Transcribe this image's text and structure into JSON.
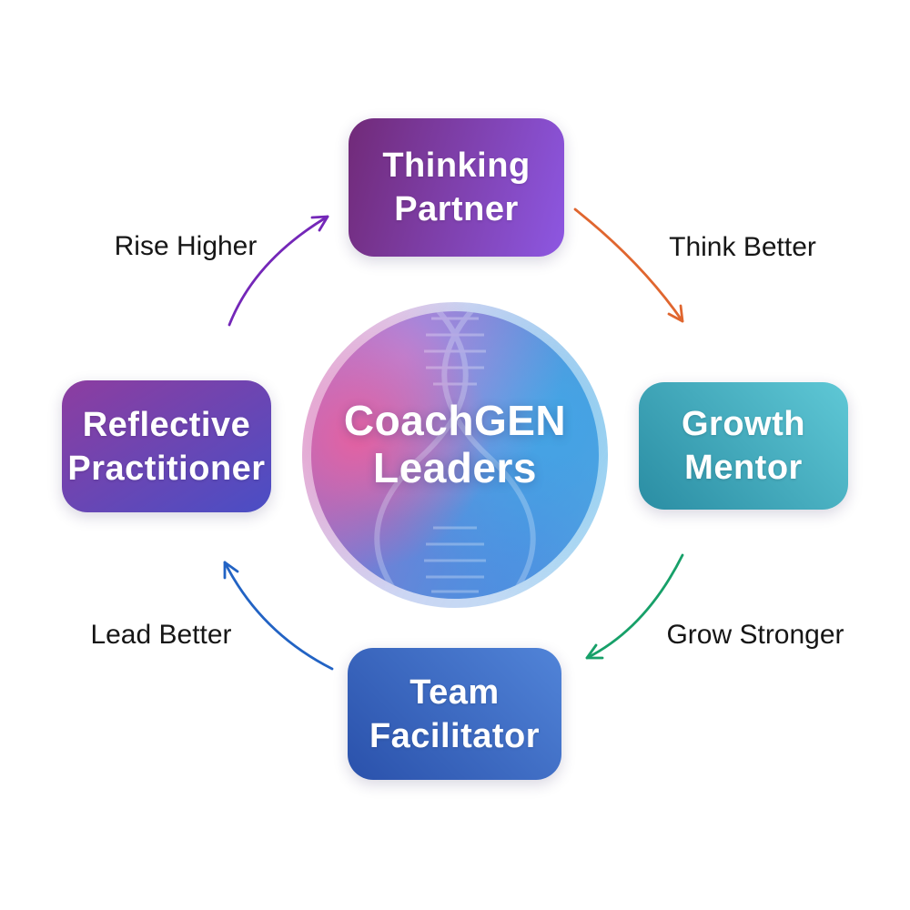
{
  "title": "CoachGEN Leaders cycle diagram",
  "hub": {
    "line1": "CoachGEN",
    "line2": "Leaders",
    "text_color": "#ffffff",
    "gradient_colors": [
      "#e85f9e",
      "#bc8ade",
      "#7e7ad2",
      "#42a8e6",
      "#57b4e2"
    ],
    "watermark": "dna-helix"
  },
  "nodes": [
    {
      "id": "thinking-partner",
      "line1": "Thinking",
      "line2": "Partner",
      "gradient_angle": "105deg",
      "gradient_from": "#712a78",
      "gradient_to": "#8d57e2"
    },
    {
      "id": "growth-mentor",
      "line1": "Growth",
      "line2": "Mentor",
      "gradient_angle": "45deg",
      "gradient_from": "#2a8da3",
      "gradient_to": "#5fc8d6"
    },
    {
      "id": "team-facilitator",
      "line1": "Team",
      "line2": "Facilitator",
      "gradient_angle": "45deg",
      "gradient_from": "#2a51ab",
      "gradient_to": "#5184d8"
    },
    {
      "id": "reflective-practitioner",
      "line1": "Reflective",
      "line2": "Practitioner",
      "gradient_angle": "150deg",
      "gradient_from": "#8d3da0",
      "gradient_to": "#4a4ec5"
    }
  ],
  "arrows": [
    {
      "id": "think-better",
      "label": "Think Better",
      "color": "#e0662f",
      "from": "thinking-partner",
      "to": "growth-mentor"
    },
    {
      "id": "grow-stronger",
      "label": "Grow Stronger",
      "color": "#17a069",
      "from": "growth-mentor",
      "to": "team-facilitator"
    },
    {
      "id": "lead-better",
      "label": "Lead Better",
      "color": "#2263c4",
      "from": "team-facilitator",
      "to": "reflective-practitioner"
    },
    {
      "id": "rise-higher",
      "label": "Rise Higher",
      "color": "#7427b8",
      "from": "reflective-practitioner",
      "to": "thinking-partner"
    }
  ],
  "label_text_color": "#161616",
  "background_color": "#ffffff"
}
